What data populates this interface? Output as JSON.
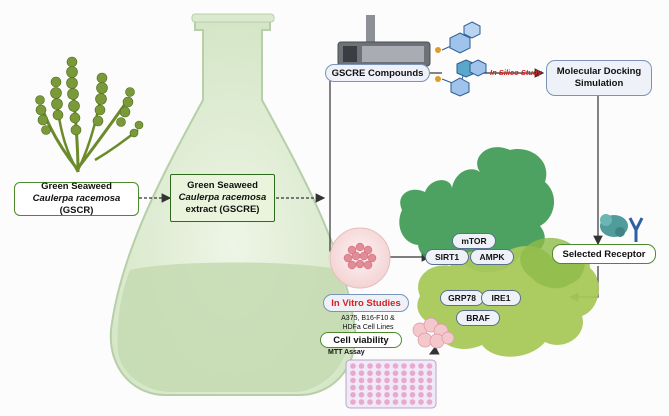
{
  "seaweed_label": {
    "line1": "Green Seaweed",
    "line2_italic": "Caulerpa racemosa",
    "line2_rest": " (GSCR)"
  },
  "extract_label": {
    "line1": "Green Seaweed",
    "line2_italic": "Caulerpa racemosa",
    "line3": "extract (GSCRE)"
  },
  "compounds_label": "GSCRE Compounds",
  "in_silico_label": "In Silico Study",
  "docking_label": {
    "line1": "Molecular Docking",
    "line2": "Simulation"
  },
  "selected_receptor_label": "Selected Receptor",
  "in_vitro_label": "In Vitro Studies",
  "cell_lines_label": {
    "line1": "A375, B16-F10 &",
    "line2": "HDFa Cell Lines"
  },
  "cell_viability_label": "Cell viability",
  "mtt_label": "MTT Assay",
  "proteins": [
    "mTOR",
    "SIRT1",
    "AMPK",
    "GRP78",
    "IRE1",
    "BRAF"
  ],
  "colors": {
    "accent_red": "#d62222",
    "green_border": "#4d8a2d",
    "blue_border": "#7b93b8"
  }
}
